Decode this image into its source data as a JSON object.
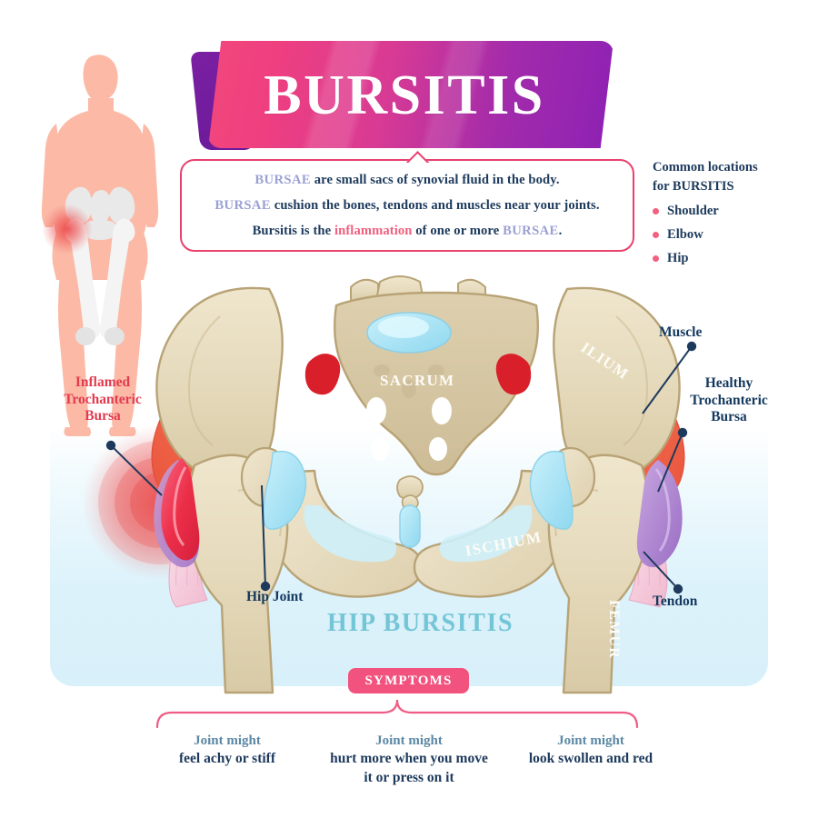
{
  "title": "BURSITIS",
  "description": {
    "line1_a": "BURSAE",
    "line1_b": "are small sacs of synovial fluid in the body.",
    "line2_a": "BURSAE",
    "line2_b": "cushion the bones, tendons and muscles near your joints.",
    "line3_a": "Bursitis is the",
    "line3_b": "inflammation",
    "line3_c": "of one or more",
    "line3_d": "BURSAE",
    "line3_e": "."
  },
  "common_locations": {
    "heading_line1": "Common locations",
    "heading_line2": "for BURSITIS",
    "items": [
      "Shoulder",
      "Elbow",
      "Hip"
    ]
  },
  "diagram": {
    "caption": "HIP BURSITIS",
    "bone_labels": {
      "ilium": "ILIUM",
      "sacrum": "SACRUM",
      "ischium": "ISCHIUM",
      "femur": "FEMUR"
    },
    "callouts": {
      "inflamed_bursa_l1": "Inflamed",
      "inflamed_bursa_l2": "Trochanteric",
      "inflamed_bursa_l3": "Bursa",
      "muscle": "Muscle",
      "healthy_bursa_l1": "Healthy",
      "healthy_bursa_l2": "Trochanteric",
      "healthy_bursa_l3": "Bursa",
      "hip_joint": "Hip Joint",
      "tendon": "Tendon"
    }
  },
  "symptoms": {
    "badge": "SYMPTOMS",
    "items": [
      {
        "top": "Joint might",
        "bottom_l1": "feel achy or stiff",
        "bottom_l2": ""
      },
      {
        "top": "Joint might",
        "bottom_l1": "hurt more when you move",
        "bottom_l2": "it or press on it"
      },
      {
        "top": "Joint might",
        "bottom_l1": "look swollen and red",
        "bottom_l2": ""
      }
    ]
  },
  "colors": {
    "banner_pink": "#f2487c",
    "banner_purple": "#8d21b4",
    "accent_pink": "#e8416f",
    "navy": "#1d3a5c",
    "red": "#e33b4e",
    "bursae_purple": "#9aa0d4",
    "inflammation_pink": "#f0607e",
    "panel_blue": "#dcf2fb",
    "caption_blue": "#74c6d6",
    "bone": "#e3d8bc",
    "muscle_orange": "#f0704a",
    "body_skin": "#f9b8a6"
  }
}
